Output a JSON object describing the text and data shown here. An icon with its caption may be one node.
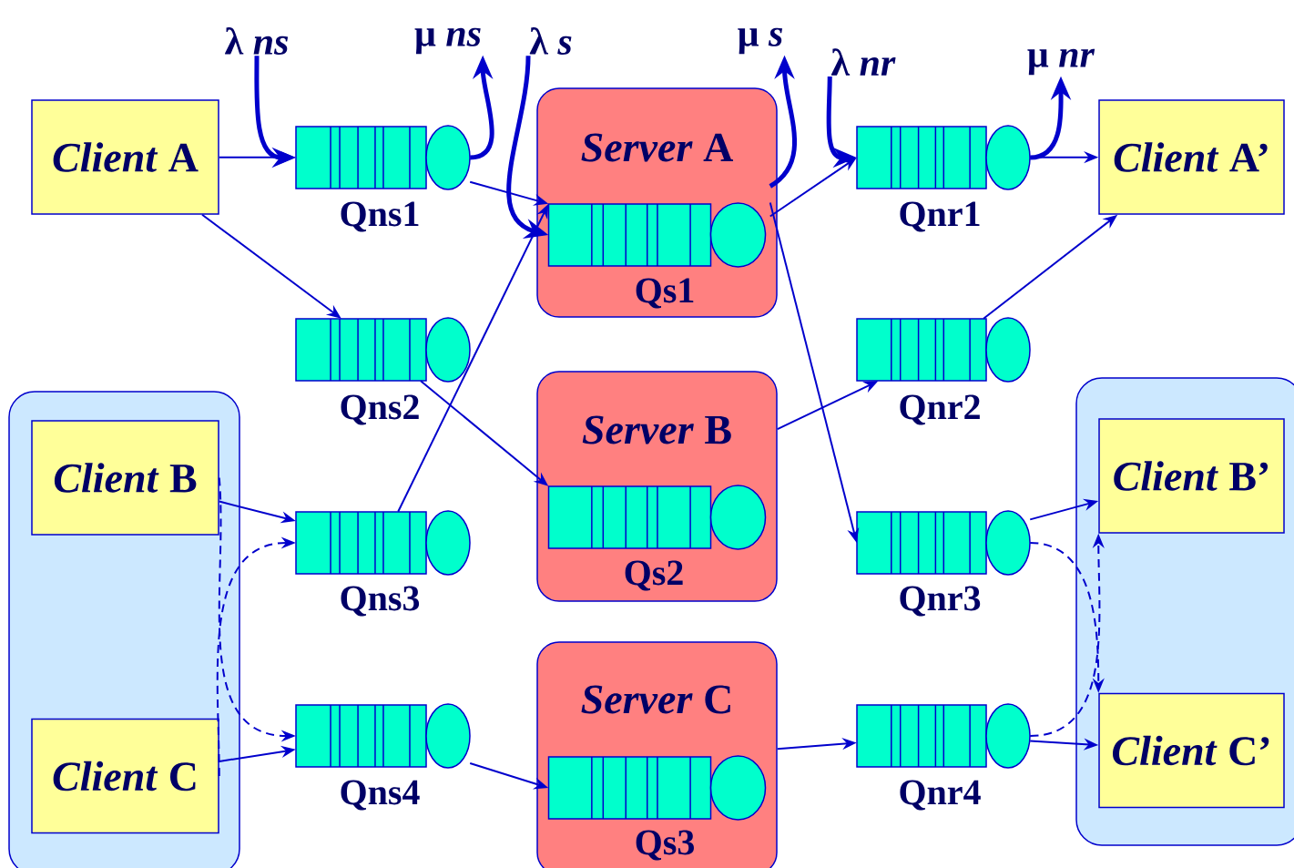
{
  "diagram": {
    "nodes": [
      {
        "text": [
          "λ *ns*"
        ]
      },
      {
        "text": [
          "μ *ns*"
        ]
      },
      {
        "text": [
          "λ *s*"
        ]
      },
      {
        "text": [
          "μ *s*"
        ]
      },
      {
        "text": [
          "λ *nr*"
        ]
      },
      {
        "text": [
          "μ *nr*"
        ]
      },
      {
        "text": [
          "*Client* A"
        ]
      },
      {
        "text": [
          "Qns1"
        ]
      },
      {
        "text": [
          "*Server* A"
        ]
      },
      {
        "text": [
          "Qs1"
        ],
        "in": 8
      },
      {
        "text": [
          "Qnr1"
        ]
      },
      {
        "text": [
          "*Client* A’"
        ]
      },
      {
        "text": [
          "Qns2"
        ]
      },
      {
        "text": [
          "Qnr2"
        ]
      },
      {
        "text": [],
        "shape": "box"
      },
      {
        "text": [
          "*Client* B"
        ],
        "in": 14
      },
      {
        "text": [
          "Qns3"
        ]
      },
      {
        "text": [
          "*Server* B"
        ]
      },
      {
        "text": [
          "Qs2"
        ],
        "in": 17
      },
      {
        "text": [
          "Qnr3"
        ]
      },
      {
        "text": [],
        "shape": "box"
      },
      {
        "text": [
          "*Client* B’"
        ],
        "in": 20
      },
      {
        "text": [
          "*Client* C"
        ],
        "in": 14
      },
      {
        "text": [
          "Qns4"
        ]
      },
      {
        "text": [
          "*Server* C"
        ]
      },
      {
        "text": [
          "Qs3"
        ],
        "in": 24
      },
      {
        "text": [
          "Qnr4"
        ]
      },
      {
        "text": [
          "*Client* C’"
        ],
        "in": 20
      }
    ],
    "edges": [
      {
        "from": 0,
        "to": 7,
        "arrow": "to",
        "style": "thick"
      },
      {
        "from": 7,
        "to": 1,
        "arrow": "to",
        "style": "thick"
      },
      {
        "from": 2,
        "to": 9,
        "arrow": "to",
        "style": "thick"
      },
      {
        "from": 8,
        "to": 3,
        "arrow": "to",
        "style": "thick"
      },
      {
        "from": 4,
        "to": 10,
        "arrow": "to",
        "style": "thick"
      },
      {
        "from": 10,
        "to": 5,
        "arrow": "to",
        "style": "thick"
      },
      {
        "from": 6,
        "to": 7,
        "arrow": "to"
      },
      {
        "from": 6,
        "to": 12,
        "arrow": "to"
      },
      {
        "from": 15,
        "to": 16,
        "arrow": "to"
      },
      {
        "from": 22,
        "to": 23,
        "arrow": "to"
      },
      {
        "from": 15,
        "to": 23,
        "arrow": "to",
        "style": "dashed"
      },
      {
        "from": 22,
        "to": 16,
        "arrow": "to",
        "style": "dashed"
      },
      {
        "from": 7,
        "to": 9,
        "arrow": "to"
      },
      {
        "from": 16,
        "to": 9,
        "arrow": "to"
      },
      {
        "from": 12,
        "to": 18,
        "arrow": "to"
      },
      {
        "from": 23,
        "to": 25,
        "arrow": "to"
      },
      {
        "from": 8,
        "to": 10,
        "arrow": "to"
      },
      {
        "from": 8,
        "to": 19,
        "arrow": "to"
      },
      {
        "from": 17,
        "to": 13,
        "arrow": "to"
      },
      {
        "from": 24,
        "to": 26,
        "arrow": "to"
      },
      {
        "from": 10,
        "to": 11,
        "arrow": "to"
      },
      {
        "from": 13,
        "to": 11,
        "arrow": "to"
      },
      {
        "from": 19,
        "to": 21,
        "arrow": "to"
      },
      {
        "from": 26,
        "to": 27,
        "arrow": "to"
      },
      {
        "from": 19,
        "to": 27,
        "arrow": "to",
        "style": "dashed"
      },
      {
        "from": 26,
        "to": 21,
        "arrow": "to",
        "style": "dashed"
      }
    ]
  }
}
